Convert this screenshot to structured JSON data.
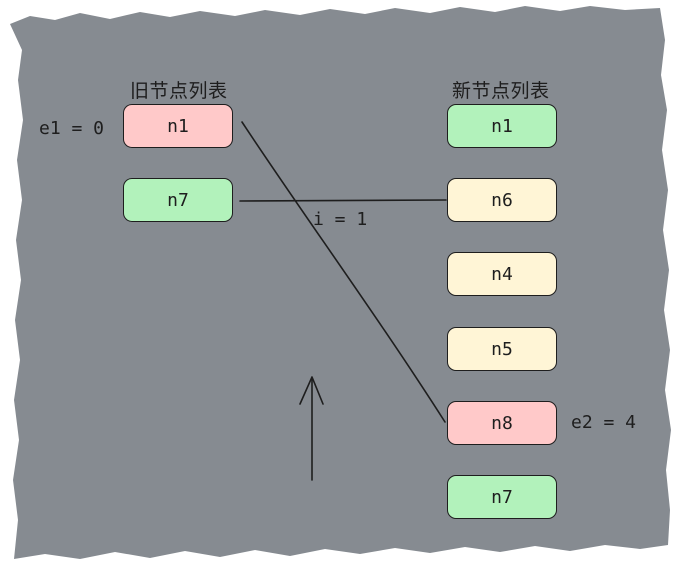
{
  "colors": {
    "background": "#868b91",
    "stroke": "#1e1e1e",
    "red": "#ffc9c9",
    "green": "#b2f2bb",
    "yellow": "#fff5d6"
  },
  "old_list": {
    "title": "旧节点列表",
    "nodes": [
      {
        "label": "n1",
        "color": "red"
      },
      {
        "label": "n7",
        "color": "green"
      }
    ]
  },
  "new_list": {
    "title": "新节点列表",
    "nodes": [
      {
        "label": "n1",
        "color": "green"
      },
      {
        "label": "n6",
        "color": "yellow"
      },
      {
        "label": "n4",
        "color": "yellow"
      },
      {
        "label": "n5",
        "color": "yellow"
      },
      {
        "label": "n8",
        "color": "red"
      },
      {
        "label": "n7",
        "color": "green"
      }
    ]
  },
  "pointers": {
    "e1": "e1 = 0",
    "i": "i = 1",
    "e2": "e2 = 4"
  }
}
